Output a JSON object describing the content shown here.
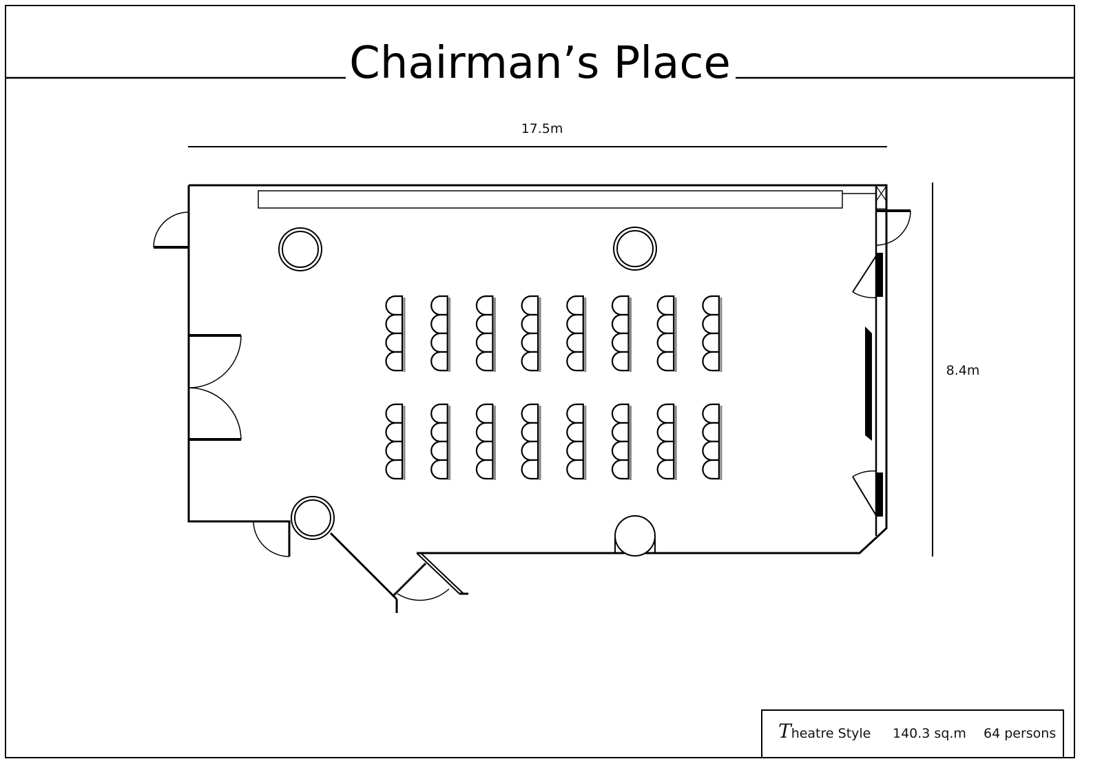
{
  "title": "Chairman’s Place",
  "dimensions": {
    "width": "17.5m",
    "depth": "8.4m"
  },
  "legend": {
    "style_initial": "T",
    "style_rest": "heatre Style",
    "area": "140.3 sq.m",
    "capacity": "64 persons"
  },
  "seating": {
    "columns": 8,
    "chairs_per_column_block": 4,
    "blocks": 2
  }
}
